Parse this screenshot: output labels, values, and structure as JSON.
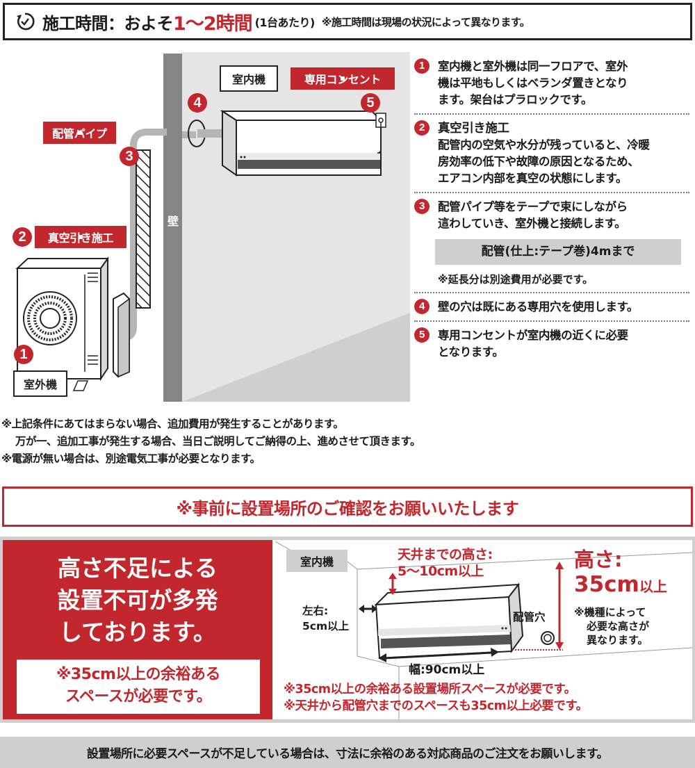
{
  "header": {
    "icon": "clock-refresh-icon",
    "label": "施工時間：およそ",
    "highlight": "1〜2時間",
    "paren": "(1台あたり)",
    "note": "※施工時間は現場の状況によって異なります。"
  },
  "diagram": {
    "wall_label": "壁",
    "indoor_label": "室内機",
    "outdoor_label": "室外機",
    "outlet_tag": "専用コンセント",
    "pipe_tag": "配管パイプ",
    "vacuum_tag": "真空引き施工",
    "markers": [
      "1",
      "2",
      "3",
      "4",
      "5"
    ]
  },
  "steps": [
    {
      "num": "1",
      "lines": [
        "室内機と室外機は同一フロアで、室外",
        "機は平地もしくはベランダ置きとなり",
        "ます。架台はプラロックです。"
      ]
    },
    {
      "num": "2",
      "title": "真空引き施工",
      "lines": [
        "配管内の空気や水分が残っていると、冷暖",
        "房効率の低下や故障の原因となるため、",
        "エアコン内部を真空の状態にします。"
      ]
    },
    {
      "num": "3",
      "lines": [
        "配管パイプ等をテープで束にしながら",
        "這わしていき、室外機と接続します。"
      ],
      "box": "配管(仕上:テープ巻)4mまで",
      "note": "※延長分は別途費用が必要です。"
    },
    {
      "num": "4",
      "lines": [
        "壁の穴は既にある専用穴を使用します。"
      ]
    },
    {
      "num": "5",
      "lines": [
        "専用コンセントが室内機の近くに必要",
        "となります。"
      ]
    }
  ],
  "notes": [
    "※上記条件にあてはまらない場合、追加費用が発生することがあります。",
    "万が一、追加工事が発生する場合、当日ご説明してご納得の上、進めさせて頂きます。",
    "※電源が無い場合は、別途電気工事が必要となります。"
  ],
  "confirm_banner": "※事前に設置場所のご確認をお願いいたします",
  "warning": {
    "title_lines": [
      "高さ不足による",
      "設置不可が多発",
      "しております。"
    ],
    "sub_lines": [
      "※35cm以上の余裕ある",
      "スペースが必要です。"
    ]
  },
  "space_diagram": {
    "indoor_tag": "室内機",
    "ceiling_label_1": "天井までの高さ:",
    "ceiling_label_2": "5〜10cm以上",
    "side_label_1": "左右:",
    "side_label_2": "5cm以上",
    "width_label": "幅:90cm以上",
    "pipe_hole_label": "配管穴",
    "height_label_1": "高さ:",
    "height_value": "35cm",
    "height_suffix": "以上",
    "height_note": [
      "※機種によって",
      "必要な高さが",
      "異なります。"
    ],
    "req_notes": [
      "※35cm以上の余裕ある設置場所スペースが必要です。",
      "※天井から配管穴までのスペースも35cm以上必要です。"
    ]
  },
  "footer": "設置場所に必要スペースが不足している場合は、寸法に余裕のある対応商品のご注文をお願いします。",
  "colors": {
    "accent": "#c1272d",
    "wall": "#858585",
    "panel": "#e5e5e5",
    "box_gray": "#cfcfcf"
  }
}
